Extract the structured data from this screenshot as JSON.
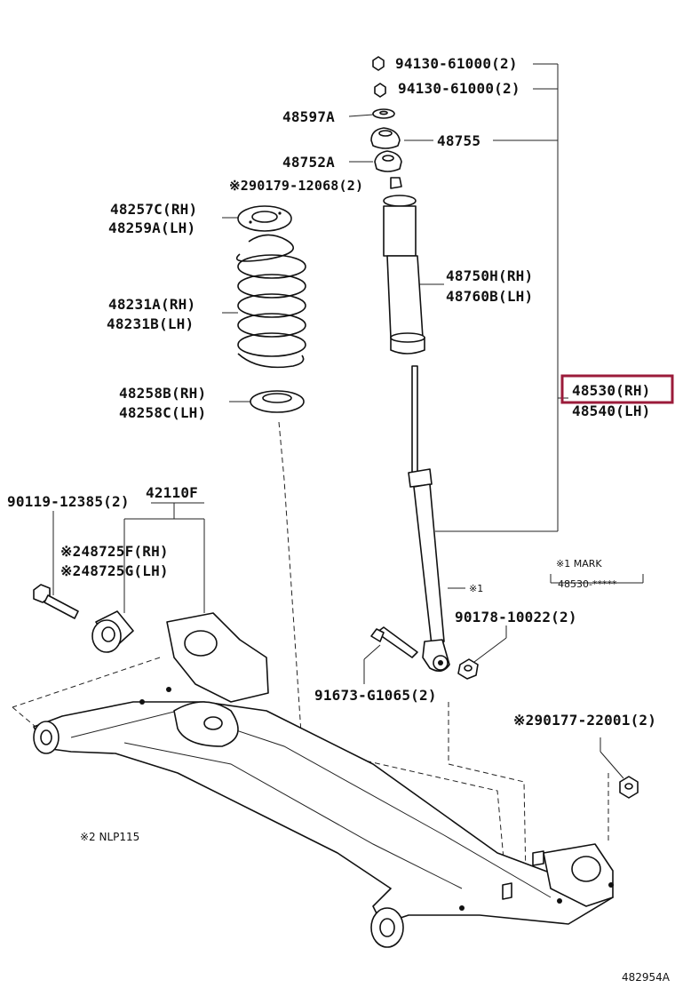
{
  "labels": {
    "p94130_a": "94130-61000(2)",
    "p94130_b": "94130-61000(2)",
    "p48597a": "48597A",
    "p48755": "48755",
    "p48752a": "48752A",
    "p90179": "※290179-12068(2)",
    "p48257c": "48257C(RH)",
    "p48259a": "48259A(LH)",
    "p48231a": "48231A(RH)",
    "p48231b": "48231B(LH)",
    "p48750h": "48750H(RH)",
    "p48760b": "48760B(LH)",
    "p48258b": "48258B(RH)",
    "p48258c": "48258C(LH)",
    "p48530": "48530(RH)",
    "p48540": "48540(LH)",
    "p90119": "90119-12385(2)",
    "p42110f": "42110F",
    "p48725f": "※248725F(RH)",
    "p48725g": "※248725G(LH)",
    "mark_title": "※1 MARK",
    "mark_code": "48530-*****",
    "mark_ref": "※1",
    "p90178": "90178-10022(2)",
    "p91673": "91673-G1065(2)",
    "p90177": "※290177-22001(2)",
    "note_nlp": "※2 NLP115",
    "diagram_id": "482954A"
  },
  "highlight_color": "#9b1b3a"
}
